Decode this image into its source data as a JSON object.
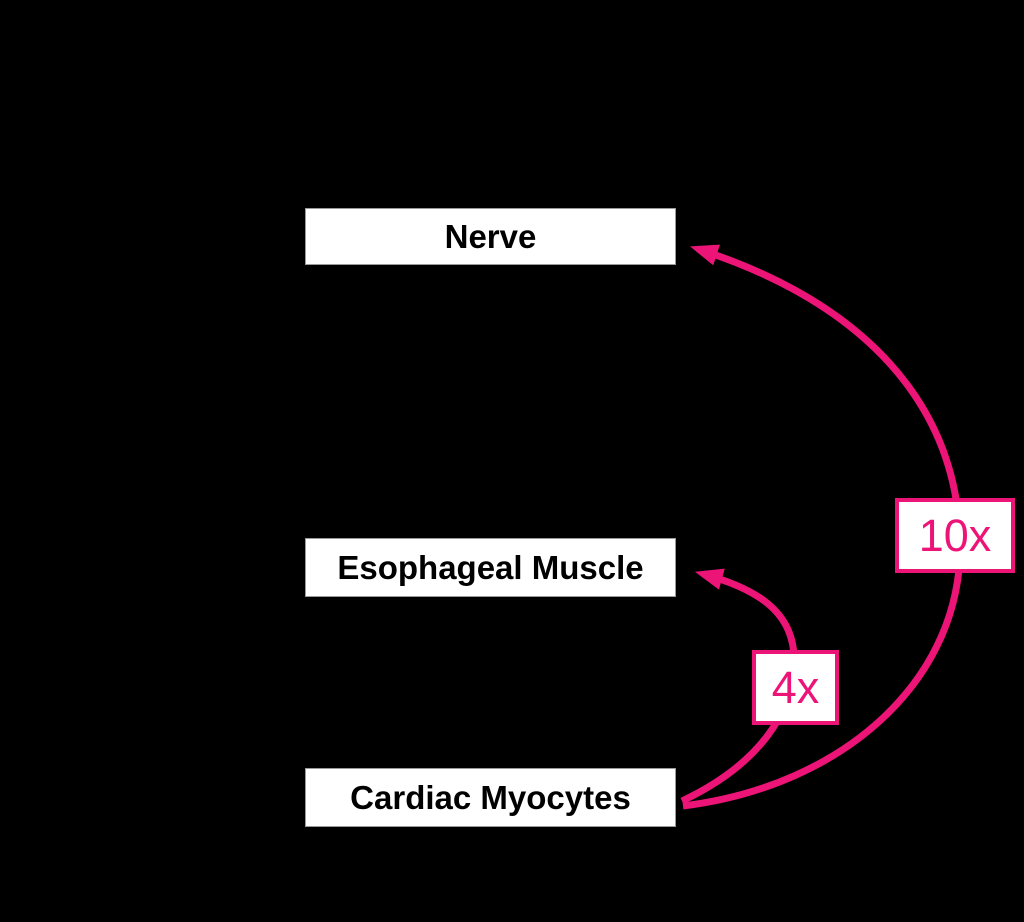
{
  "diagram": {
    "nodes": [
      {
        "id": "nerve",
        "label": "Nerve"
      },
      {
        "id": "esophageal-muscle",
        "label": "Esophageal Muscle"
      },
      {
        "id": "cardiac-myocytes",
        "label": "Cardiac Myocytes"
      }
    ],
    "edges": [
      {
        "from": "cardiac-myocytes",
        "to": "nerve",
        "label": "10x"
      },
      {
        "from": "cardiac-myocytes",
        "to": "esophageal-muscle",
        "label": "4x"
      }
    ],
    "colors": {
      "background": "#000000",
      "node_fill": "#ffffff",
      "node_text": "#000000",
      "accent": "#ED1478"
    }
  }
}
